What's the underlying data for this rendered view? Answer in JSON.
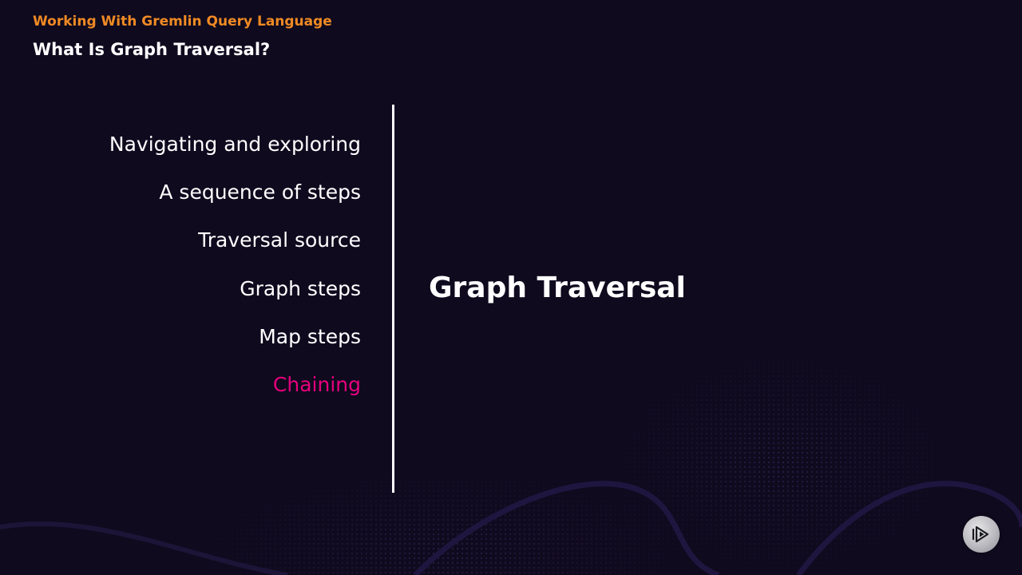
{
  "header": {
    "course_title": "Working With Gremlin Query Language",
    "module_title": "What Is Graph Traversal?"
  },
  "agenda": {
    "items": [
      {
        "label": "Navigating and exploring",
        "active": false
      },
      {
        "label": "A sequence of steps",
        "active": false
      },
      {
        "label": "Traversal source",
        "active": false
      },
      {
        "label": "Graph steps",
        "active": false
      },
      {
        "label": "Map steps",
        "active": false
      },
      {
        "label": "Chaining",
        "active": true
      }
    ]
  },
  "main": {
    "section_heading": "Graph Traversal"
  },
  "brand": {
    "logo_icon": "play-logo-icon"
  },
  "colors": {
    "background": "#0f0a1e",
    "course_title": "#f08a24",
    "text": "#ffffff",
    "active_item": "#e6007e",
    "divider": "#ffffff"
  }
}
